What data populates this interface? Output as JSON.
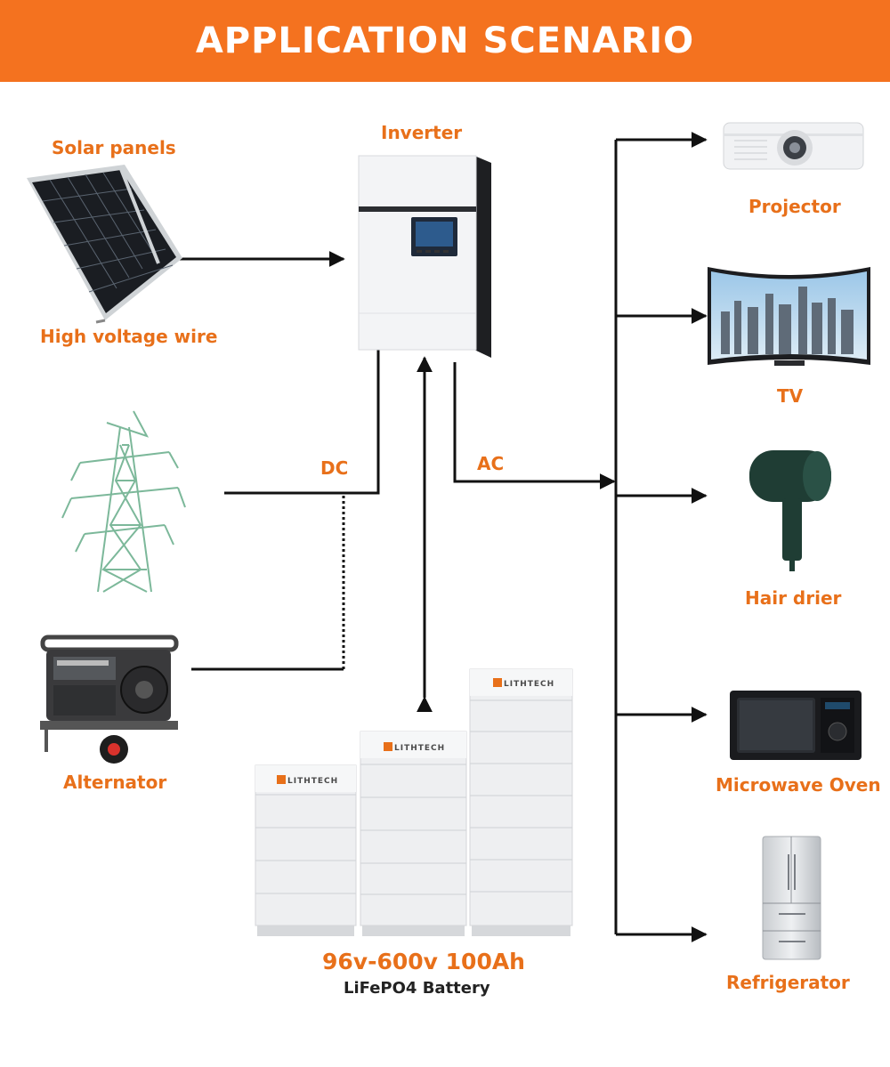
{
  "header": {
    "title": "APPLICATION SCENARIO"
  },
  "sources": {
    "solar": "Solar panels",
    "wire": "High voltage wire",
    "alternator": "Alternator"
  },
  "inverter": {
    "label": "Inverter"
  },
  "flow": {
    "dc": "DC",
    "ac": "AC"
  },
  "battery": {
    "brand": "LITHTECH",
    "spec": "96v-600v 100Ah",
    "type": "LiFePO4 Battery"
  },
  "appliances": {
    "projector": "Projector",
    "tv": "TV",
    "hair_drier": "Hair drier",
    "microwave": "Microwave Oven",
    "refrigerator": "Refrigerator"
  },
  "colors": {
    "accent": "#f4721f",
    "label": "#e8701a",
    "line": "#111111",
    "pylon": "#7cb89a"
  }
}
